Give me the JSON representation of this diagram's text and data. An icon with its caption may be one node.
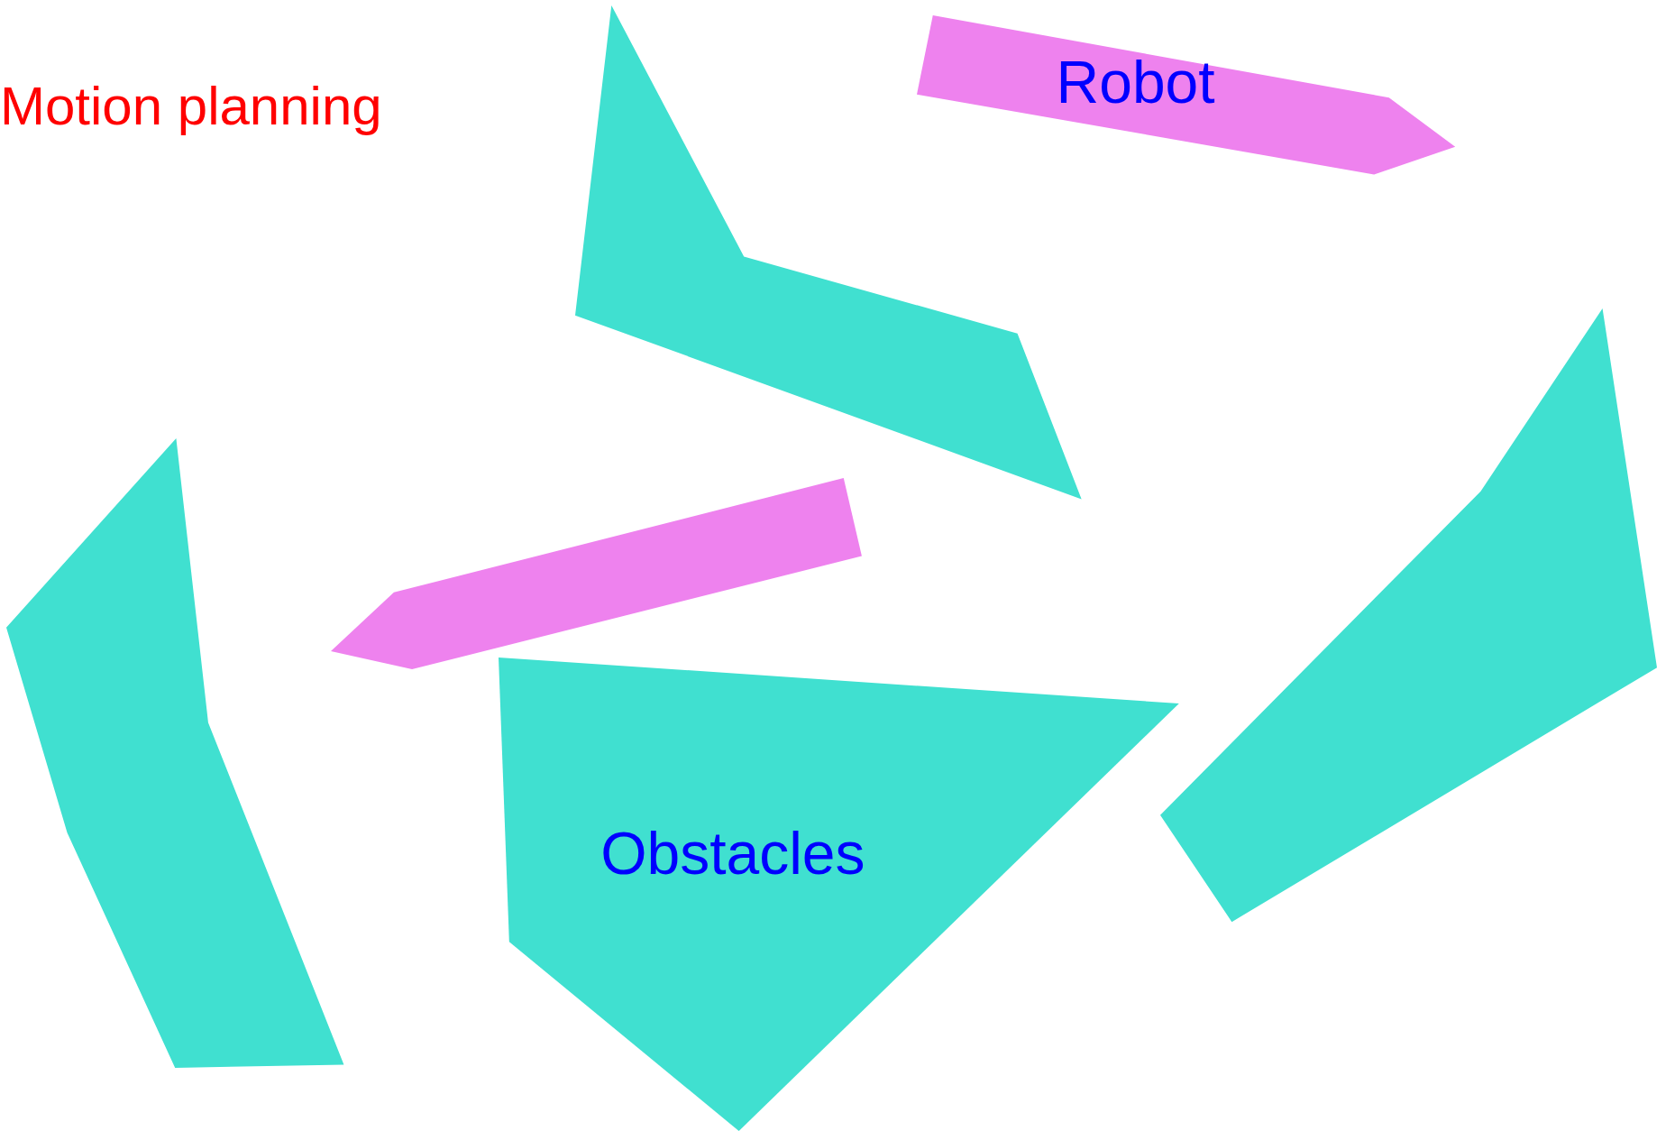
{
  "diagram": {
    "title": "Motion planning",
    "nodes": [
      {
        "text": [],
        "shape": "polygon"
      },
      {
        "text": [
          "Robot"
        ]
      },
      {
        "text": [],
        "shape": "polygon"
      },
      {
        "text": [],
        "shape": "polygon"
      },
      {
        "text": [],
        "shape": "polygon"
      },
      {
        "text": [
          "Obstacles"
        ]
      }
    ]
  }
}
